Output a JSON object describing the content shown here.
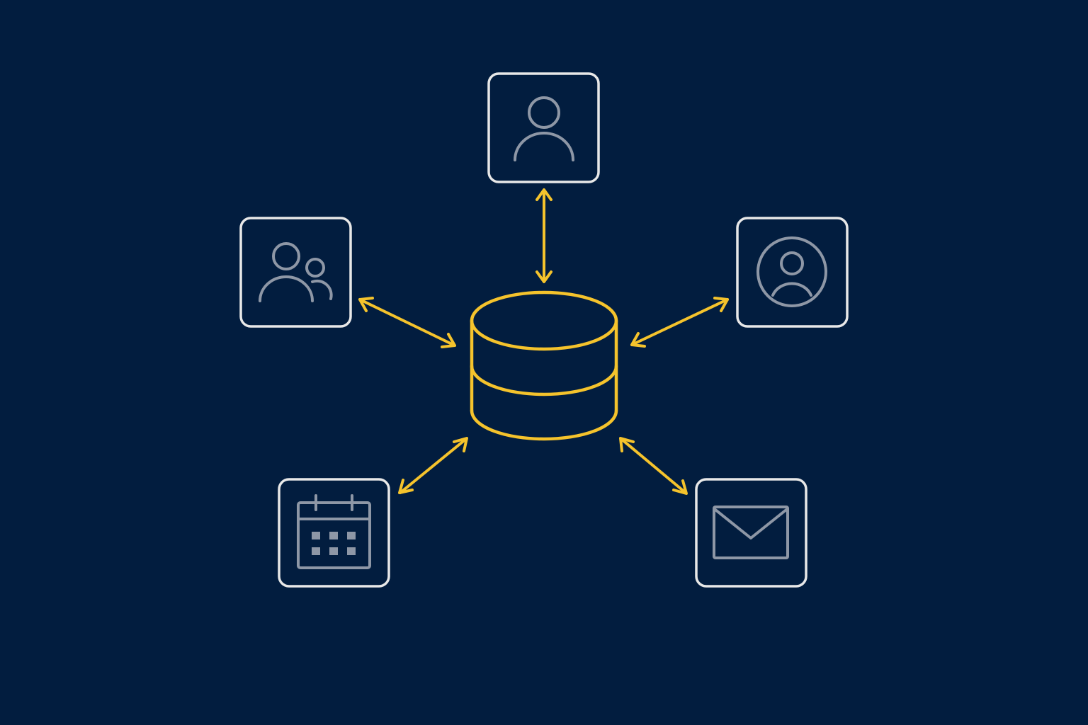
{
  "colors": {
    "background": "#021d3f",
    "card_border": "#e8e8e8",
    "icon_stroke": "#8e97a6",
    "hub_accent": "#f5c32c"
  },
  "hub": {
    "icon": "database-icon"
  },
  "nodes": [
    {
      "id": "user",
      "icon": "user-icon"
    },
    {
      "id": "users-group",
      "icon": "users-group-icon"
    },
    {
      "id": "user-circle",
      "icon": "user-circle-icon"
    },
    {
      "id": "calendar",
      "icon": "calendar-icon"
    },
    {
      "id": "mail",
      "icon": "mail-icon"
    }
  ],
  "connectors": [
    {
      "from": "hub",
      "to": "user",
      "direction": "bidirectional"
    },
    {
      "from": "hub",
      "to": "users-group",
      "direction": "bidirectional"
    },
    {
      "from": "hub",
      "to": "user-circle",
      "direction": "bidirectional"
    },
    {
      "from": "hub",
      "to": "calendar",
      "direction": "bidirectional"
    },
    {
      "from": "hub",
      "to": "mail",
      "direction": "bidirectional"
    }
  ]
}
